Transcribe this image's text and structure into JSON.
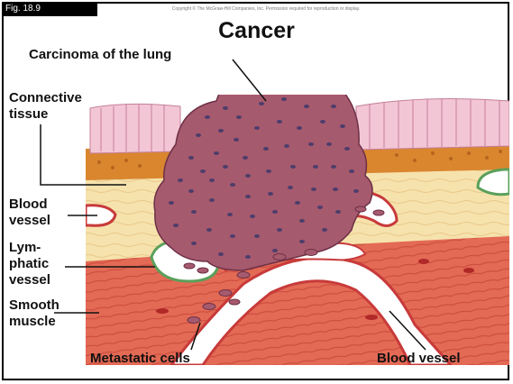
{
  "figure_label": "Fig. 18.9",
  "copyright": "Copyright © The McGraw-Hill Companies, Inc. Permission required for reproduction or display.",
  "title": "Cancer",
  "labels": {
    "carcinoma": "Carcinoma of the lung",
    "connective_1": "Connective",
    "connective_2": "tissue",
    "blood_vessel_left_1": "Blood",
    "blood_vessel_left_2": "vessel",
    "lymphatic_1": "Lym-",
    "lymphatic_2": "phatic",
    "lymphatic_3": "vessel",
    "smooth_1": "Smooth",
    "smooth_2": "muscle",
    "metastatic": "Metastatic cells",
    "blood_vessel_bottom": "Blood vessel"
  },
  "colors": {
    "epithelium": "#f2c9d8",
    "orange_band": "#d9862f",
    "connective": "#f6e3b2",
    "muscle": "#e5705c",
    "tumor": "#a65a6e",
    "tumor_nucleus": "#4d3d6b",
    "lymph_border": "#5aa05a",
    "vessel_border": "#c83a3a"
  }
}
